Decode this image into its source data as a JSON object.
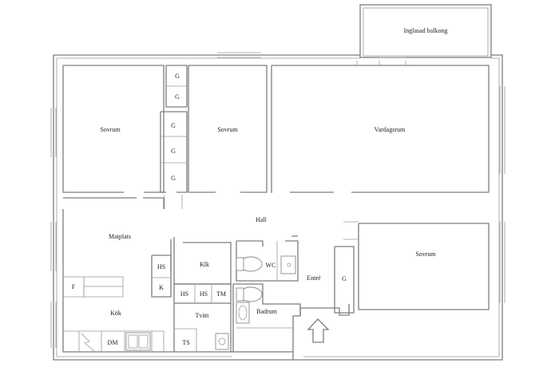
{
  "plan": {
    "rooms": {
      "balcony": "Inglasad balkong",
      "bedroom_left": "Sovrum",
      "bedroom_middle": "Sovrum",
      "living_room": "Vardagsrum",
      "bedroom_right": "Sovrum",
      "hall": "Hall",
      "dining": "Matplats",
      "closet_room": "Klk",
      "wc": "WC",
      "entrance": "Entré",
      "kitchen": "Kök",
      "laundry": "Tvätt",
      "bathroom": "Badrum"
    },
    "fixtures": {
      "g": "G",
      "hs": "HS",
      "k": "K",
      "f": "F",
      "tm": "TM",
      "ts": "TS",
      "dm": "DM"
    }
  }
}
